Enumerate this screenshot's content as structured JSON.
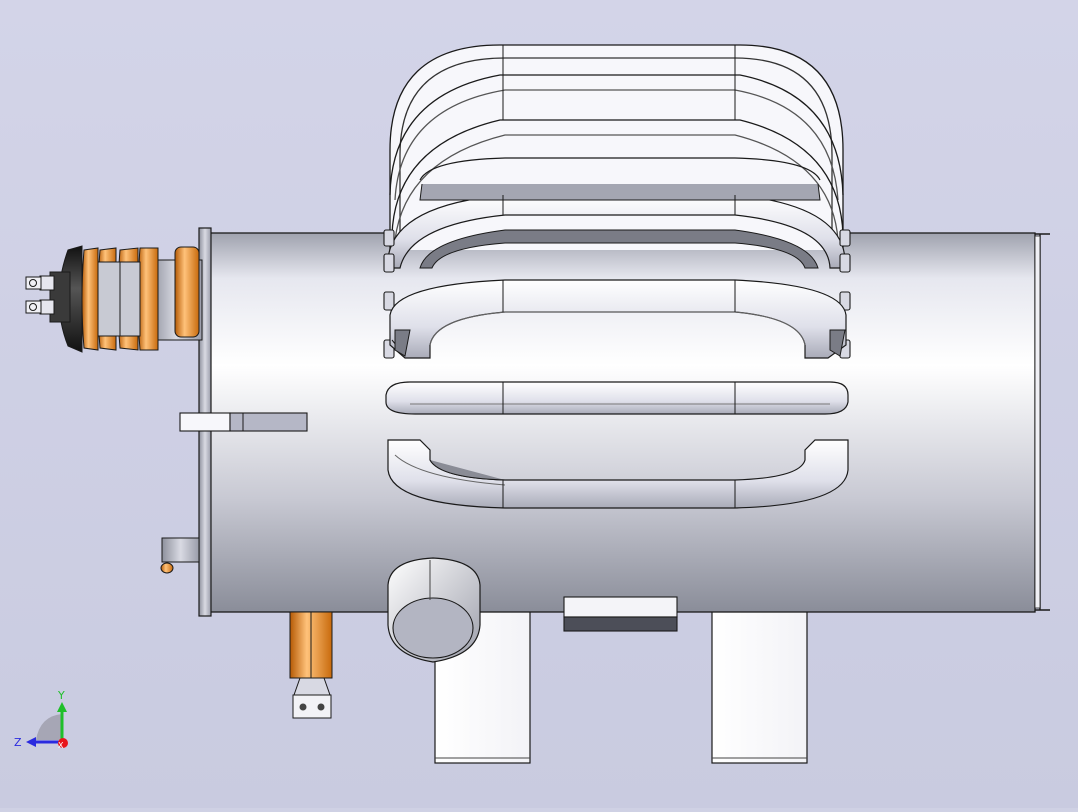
{
  "viewport": {
    "background_color": "#cfd1e4"
  },
  "triad": {
    "axis_y_label": "Y",
    "axis_z_label": "Z",
    "axis_x_label": "X",
    "colors": {
      "y": "#1fbf2a",
      "z": "#2a2adf",
      "x": "#e8141a"
    }
  },
  "model": {
    "colors": {
      "steel_light": "#f4f4f8",
      "steel_mid": "#b8bac6",
      "steel_dark": "#6e717c",
      "copper": "#e8851a",
      "copper_light": "#ffc27a",
      "rubber": "#2a2a2a",
      "outline": "#1a1a1a"
    },
    "icons": [
      "coordinate-triad-icon"
    ]
  }
}
